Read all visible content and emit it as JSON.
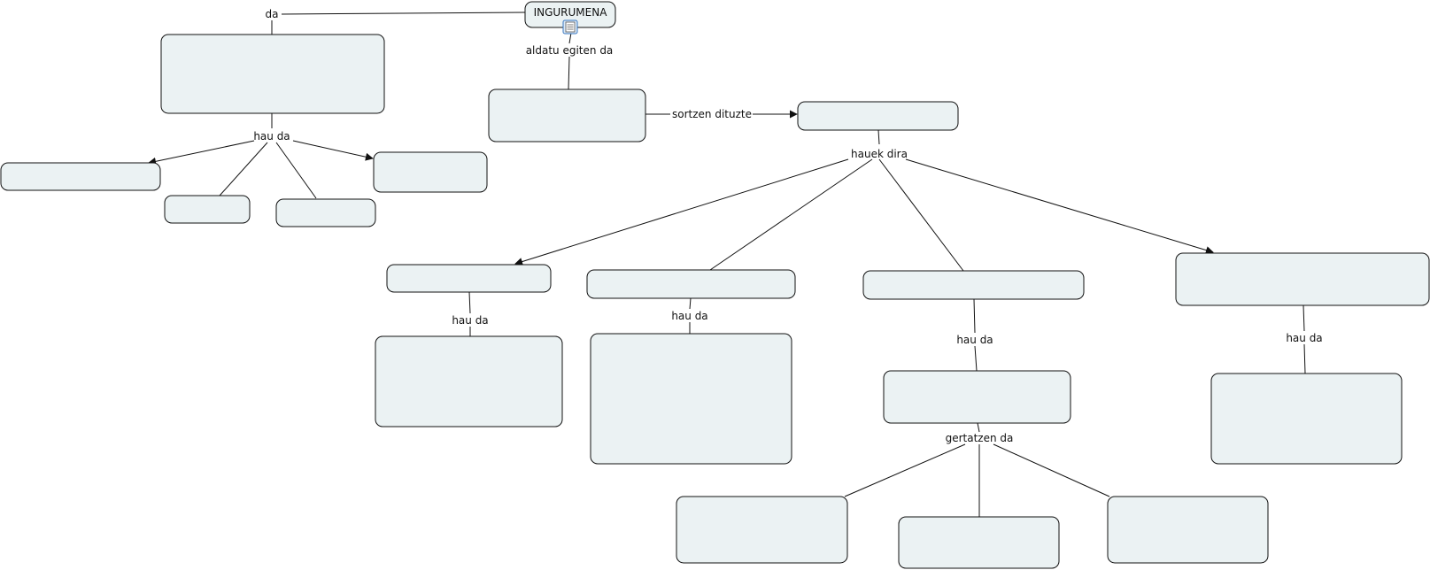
{
  "root_concept": {
    "label": "INGURUMENA",
    "icon": "document-icon"
  },
  "link_labels": {
    "da": "da",
    "aldatu": "aldatu egiten da",
    "sortzen": "sortzen dituzte",
    "hauek_dira": "hauek dira",
    "hau_da": "hau da",
    "gertatzen_da": "gertatzen da"
  },
  "colors": {
    "node_fill": "#ebf2f3",
    "node_border": "#111111",
    "link": "#111111"
  }
}
